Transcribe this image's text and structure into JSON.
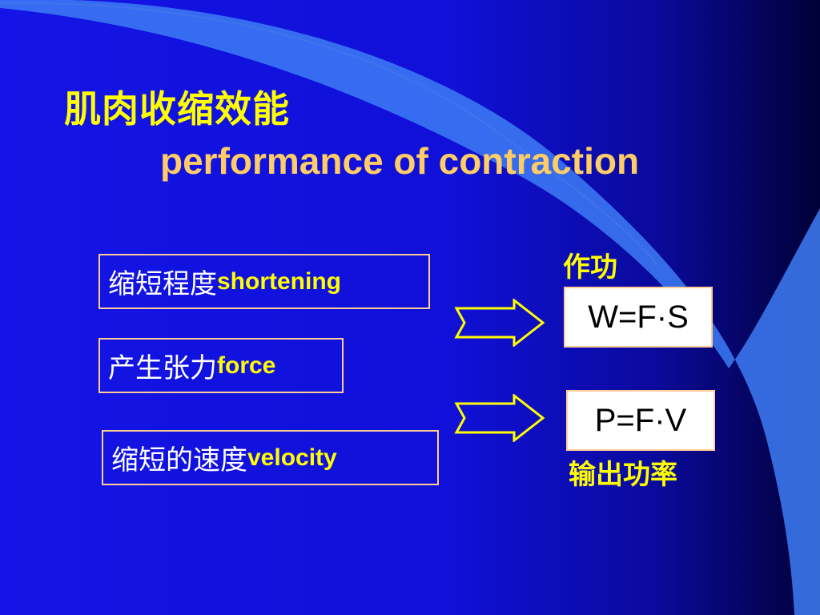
{
  "title": {
    "cn": "肌肉收缩效能",
    "en": "performance of contraction"
  },
  "boxes": [
    {
      "cn": "缩短程度",
      "en": "shortening"
    },
    {
      "cn": "产生张力",
      "en": "force"
    },
    {
      "cn": "缩短的速度",
      "en": "velocity"
    }
  ],
  "work": {
    "label": "作功",
    "formula": "W=F·S"
  },
  "power": {
    "formula": "P=F·V",
    "label": "输出功率"
  },
  "colors": {
    "title_cn": "#ffff00",
    "title_en": "#ffcc66",
    "box_border": "#ffcc99",
    "background": "#1414e6"
  },
  "icons": [
    "double-arrow-right-icon"
  ]
}
